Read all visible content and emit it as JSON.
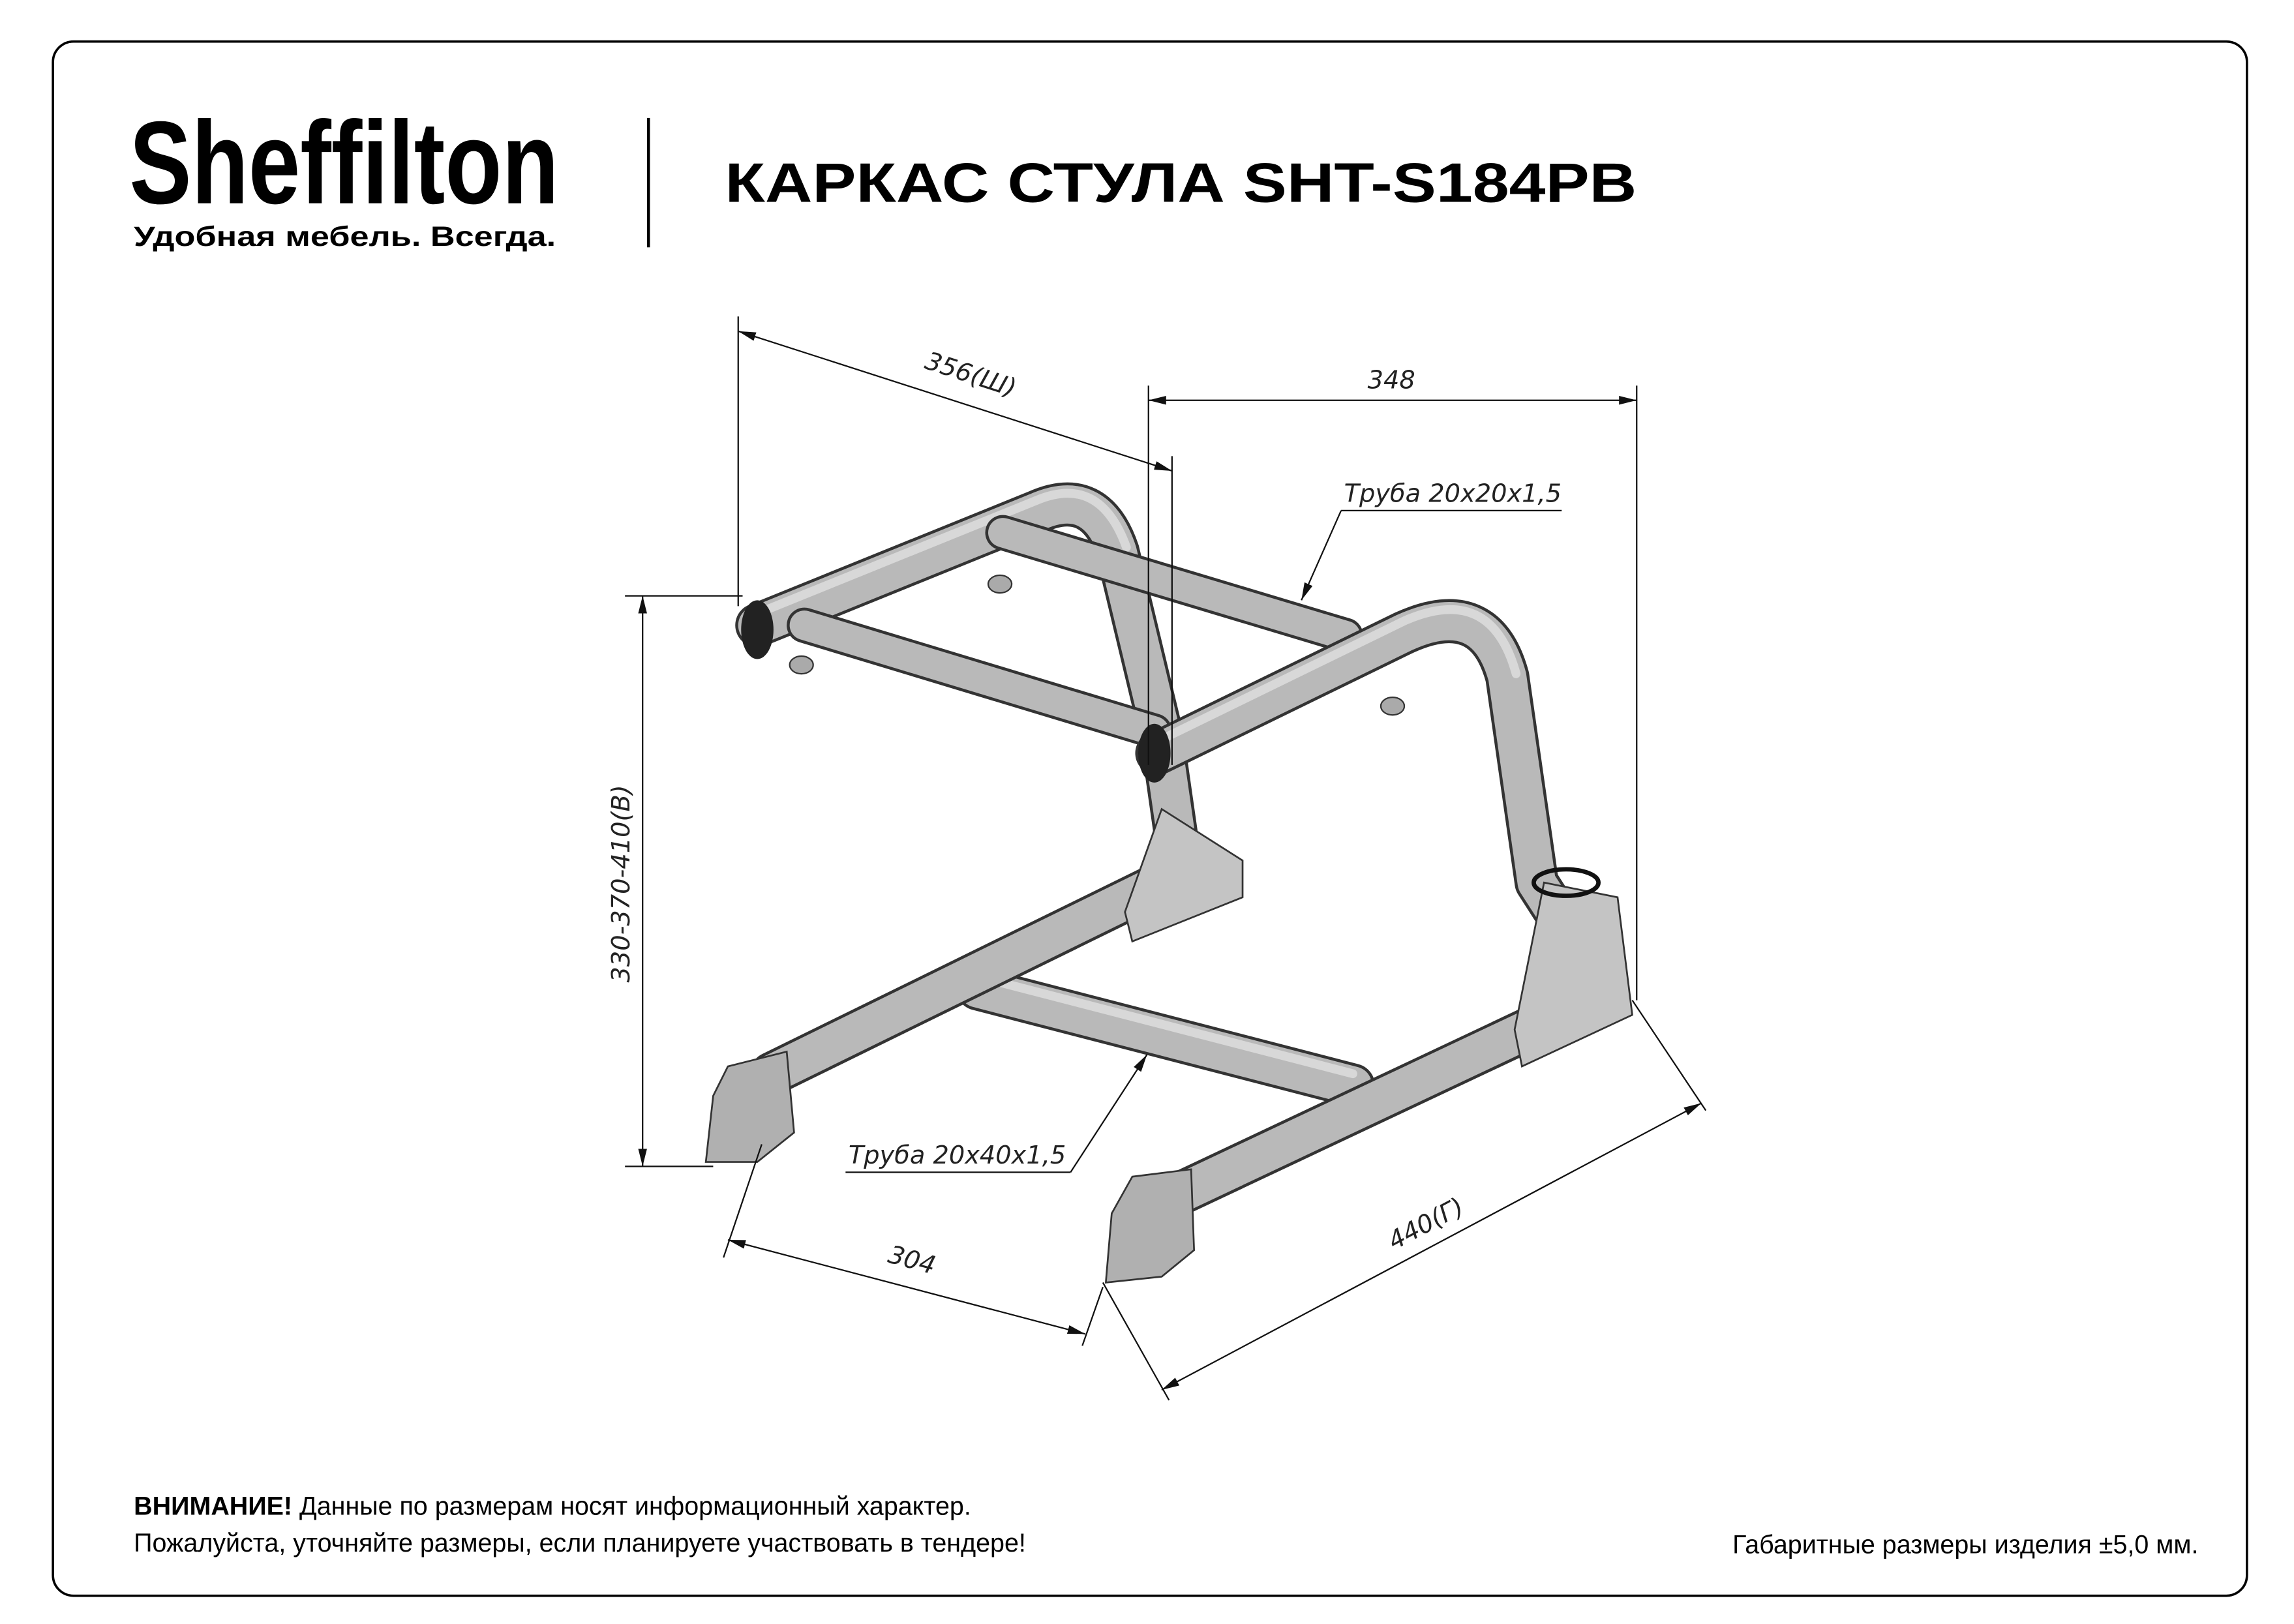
{
  "brand": {
    "name": "Sheffilton",
    "slogan": "Удобная мебель. Всегда."
  },
  "title": "КАРКАС СТУЛА SHT-S184PB",
  "dimensions": {
    "width": "356(Ш)",
    "top_span": "348",
    "height": "330-370-410(В)",
    "front_span": "304",
    "depth": "440(Г)",
    "tube_top": "Труба 20х20х1,5",
    "tube_bottom": "Труба 20х40х1,5"
  },
  "footer": {
    "warning_label": "ВНИМАНИЕ!",
    "warning_text": " Данные по размерам носят информационный характер.",
    "line2": "Пожалуйста, уточняйте размеры, если планируете участвовать в тендере!",
    "tolerance": "Габаритные размеры изделия ±5,0 мм."
  },
  "colors": {
    "frame": "#b9b9b9",
    "ink": "#000000"
  }
}
